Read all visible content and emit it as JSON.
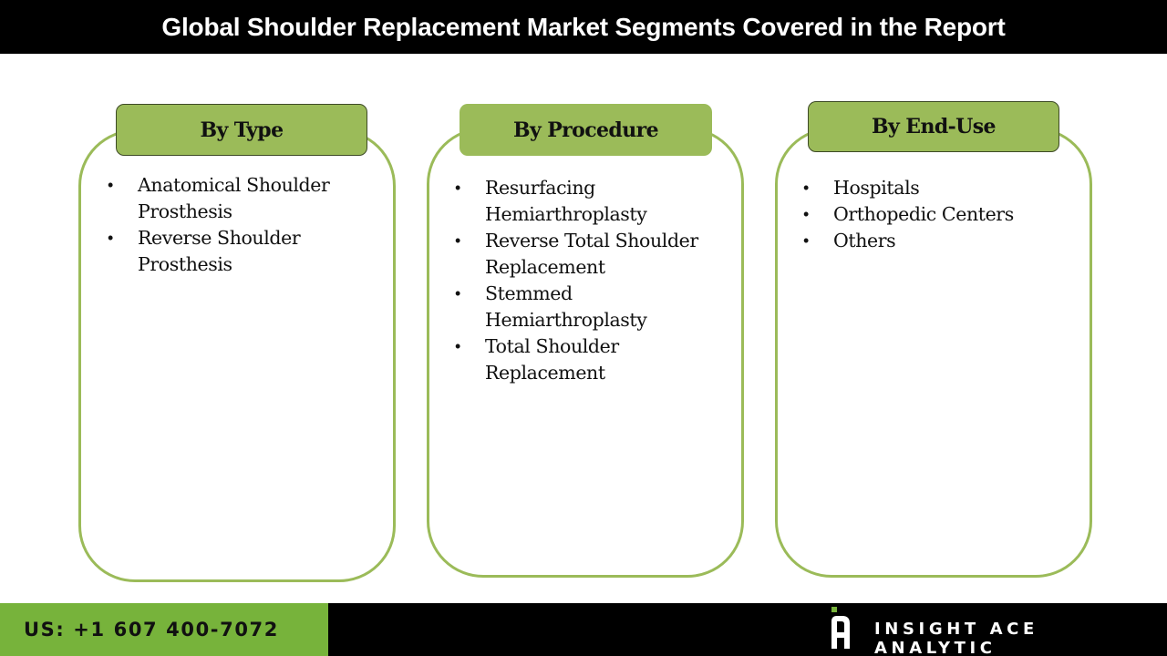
{
  "header": {
    "title": "Global Shoulder Replacement Market Segments Covered in the Report"
  },
  "segments": [
    {
      "title": "By Type",
      "items": [
        "Anatomical Shoulder Prosthesis",
        "Reverse Shoulder Prosthesis"
      ]
    },
    {
      "title": "By Procedure",
      "items": [
        "Resurfacing Hemiarthroplasty",
        "Reverse Total Shoulder Replacement",
        "Stemmed Hemiarthroplasty",
        "Total Shoulder Replacement"
      ]
    },
    {
      "title": "By End-Use",
      "items": [
        "Hospitals",
        "Orthopedic Centers",
        "Others"
      ]
    }
  ],
  "footer": {
    "phone": "US: +1 607 400-7072",
    "brand": "INSIGHT ACE ANALYTIC",
    "logo_icon": "insight-ace-logo"
  },
  "colors": {
    "card_border": "#9bbb59",
    "header_fill": "#9bbb59",
    "footer_green": "#77b33b",
    "dark": "#000000",
    "logo_accent": "#77b33b"
  },
  "bullet_glyph": "•"
}
